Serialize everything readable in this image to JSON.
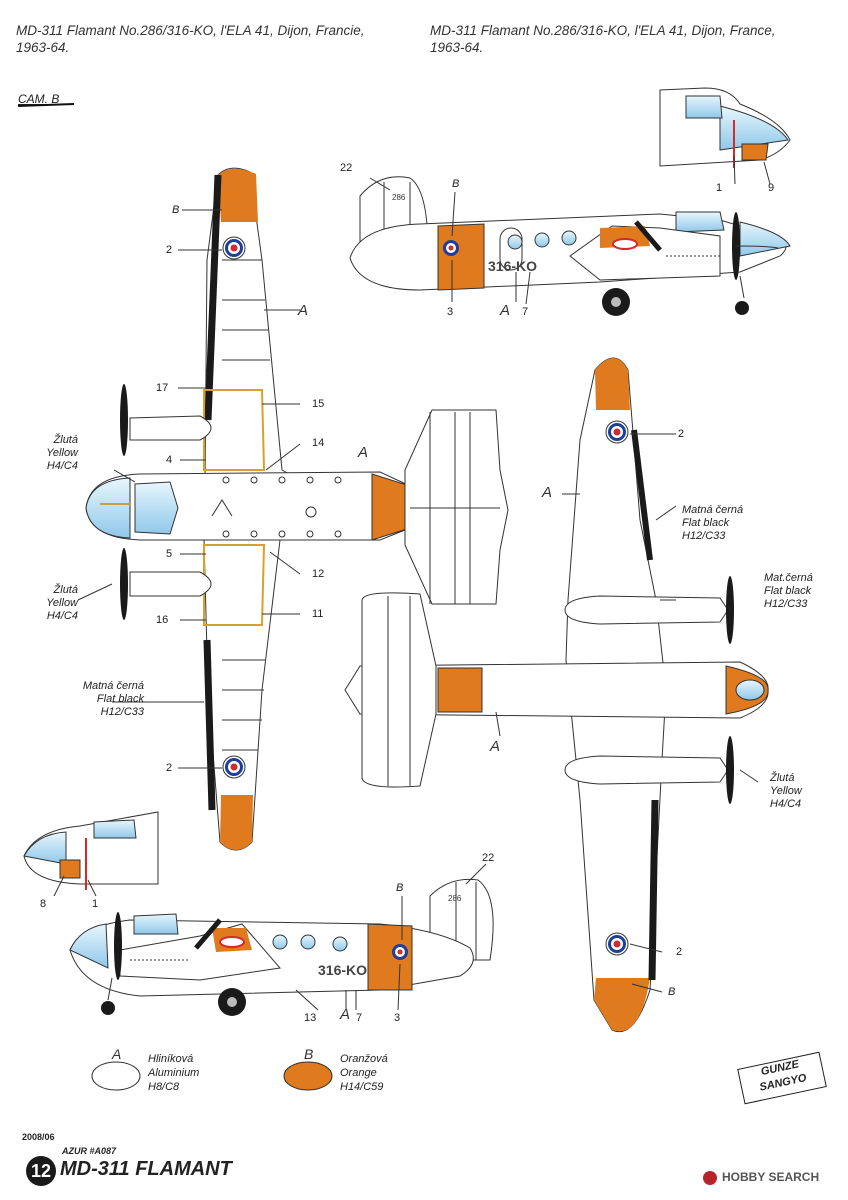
{
  "header": {
    "title_cz_line1": "MD-311 Flamant No.286/316-KO, l'ELA 41, Dijon, Francie,",
    "title_cz_line2": "1963-64.",
    "title_en_line1": "MD-311 Flamant No.286/316-KO, l'ELA 41, Dijon, France,",
    "title_en_line2": "1963-64.",
    "camo_tag": "CAM. B"
  },
  "markings": {
    "code_top": "316-KO",
    "code_bottom": "316-KO",
    "serial_fin": "286"
  },
  "callouts": {
    "n1": "1",
    "n2": "2",
    "n3": "3",
    "n4": "4",
    "n5": "5",
    "n7": "7",
    "n8": "8",
    "n9": "9",
    "n11": "11",
    "n12": "12",
    "n13": "13",
    "n14": "14",
    "n15": "15",
    "n16": "16",
    "n17": "17",
    "n22": "22",
    "A": "A",
    "B": "B"
  },
  "colour_notes": {
    "yellow_cz": "Žlutá",
    "yellow_en": "Yellow",
    "yellow_code": "H4/C4",
    "black_cz": "Matná černá",
    "black_cz_short": "Mat.černá",
    "black_en": "Flat black",
    "black_code": "H12/C33"
  },
  "legend": {
    "a_letter": "A",
    "a_cz": "Hliníková",
    "a_en": "Aluminium",
    "a_code": "H8/C8",
    "a_color": "#ffffff",
    "b_letter": "B",
    "b_cz": "Oranžová",
    "b_en": "Orange",
    "b_code": "H14/C59",
    "b_color": "#e07a1f"
  },
  "footer": {
    "date": "2008/06",
    "kit": "AZUR #A087",
    "number": "12",
    "name": "MD-311 FLAMANT",
    "gunze_line1": "GUNZE",
    "gunze_line2": "SANGYO",
    "watermark": "HOBBY SEARCH"
  },
  "colors": {
    "orange": "#e07a1f",
    "black": "#1a1a1a",
    "aluminium": "#ffffff",
    "glass": "#bfe2f5"
  }
}
